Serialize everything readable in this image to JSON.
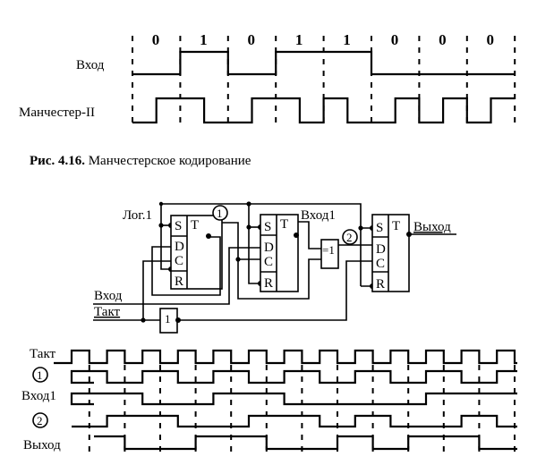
{
  "figure_top": {
    "bits": [
      "0",
      "1",
      "0",
      "1",
      "1",
      "0",
      "0",
      "0"
    ],
    "labels": {
      "input": "Вход",
      "manchester": "Манчестер-II"
    },
    "caption_number": "Рис. 4.16.",
    "caption_text": " Манчестерское кодирование"
  },
  "circuit": {
    "labels": {
      "log1": "Лог.1",
      "input": "Вход",
      "clock": "Такт",
      "input1": "Вход1",
      "output": "Выход",
      "node1": "1",
      "node2": "2",
      "xor": "=1",
      "inverter": "1"
    },
    "pins": [
      "S",
      "D",
      "C",
      "R",
      "T"
    ]
  },
  "timing": {
    "labels": {
      "clock": "Такт",
      "node1": "1",
      "input1": "Вход1",
      "node2": "2",
      "output": "Выход"
    },
    "signals": {
      "clock_pattern": "square, rising edge each clock period, 50% duty",
      "node1_slots": [
        1,
        0,
        1,
        0,
        1,
        0,
        1,
        0,
        1,
        0,
        1,
        0,
        1
      ],
      "input1_slots": [
        1,
        1,
        0,
        0,
        1,
        1,
        0,
        0,
        0,
        0,
        1,
        1,
        1
      ],
      "node2_halfslots_desc": "low, then high/low sequence per half-clock",
      "node2_segments": [
        [
          0,
          0
        ],
        [
          1,
          1
        ],
        [
          3,
          0
        ],
        [
          5,
          1
        ],
        [
          7,
          0
        ],
        [
          8,
          1
        ],
        [
          9,
          0
        ],
        [
          11,
          1
        ],
        [
          12,
          0
        ]
      ],
      "output_segments": [
        [
          -1,
          1
        ],
        [
          1.5,
          0
        ],
        [
          3.5,
          1
        ],
        [
          5.5,
          0
        ],
        [
          7.5,
          1
        ],
        [
          8.5,
          0
        ],
        [
          9.5,
          1
        ],
        [
          11.5,
          0
        ]
      ]
    }
  }
}
